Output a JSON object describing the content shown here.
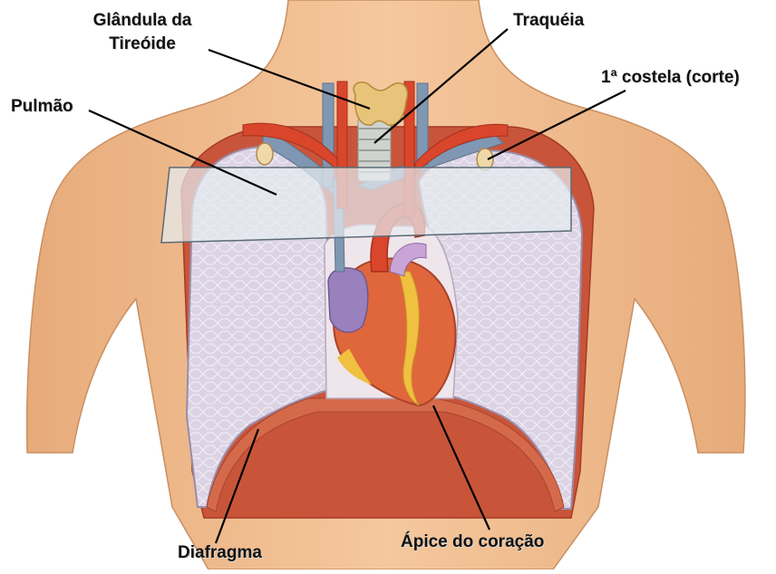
{
  "labels": {
    "thyroid_line1": "Glândula da",
    "thyroid_line2": "Tireóide",
    "trachea": "Traquéia",
    "first_rib": "1ª costela (corte)",
    "lung": "Pulmão",
    "diaphragm": "Diafragma",
    "heart_apex": "Ápice do coração"
  },
  "colors": {
    "skin": "#f2c193",
    "skin_shadow": "#e3a775",
    "lung": "#d9d2e2",
    "lung_edge": "#a99bb5",
    "heart": "#e0653a",
    "heart_dark": "#b8432a",
    "fat": "#f0c040",
    "artery": "#d9462b",
    "vein": "#7f97b2",
    "thyroid": "#e8c47a",
    "atrium": "#9a7fbb",
    "plane": "#e6ecf0"
  }
}
